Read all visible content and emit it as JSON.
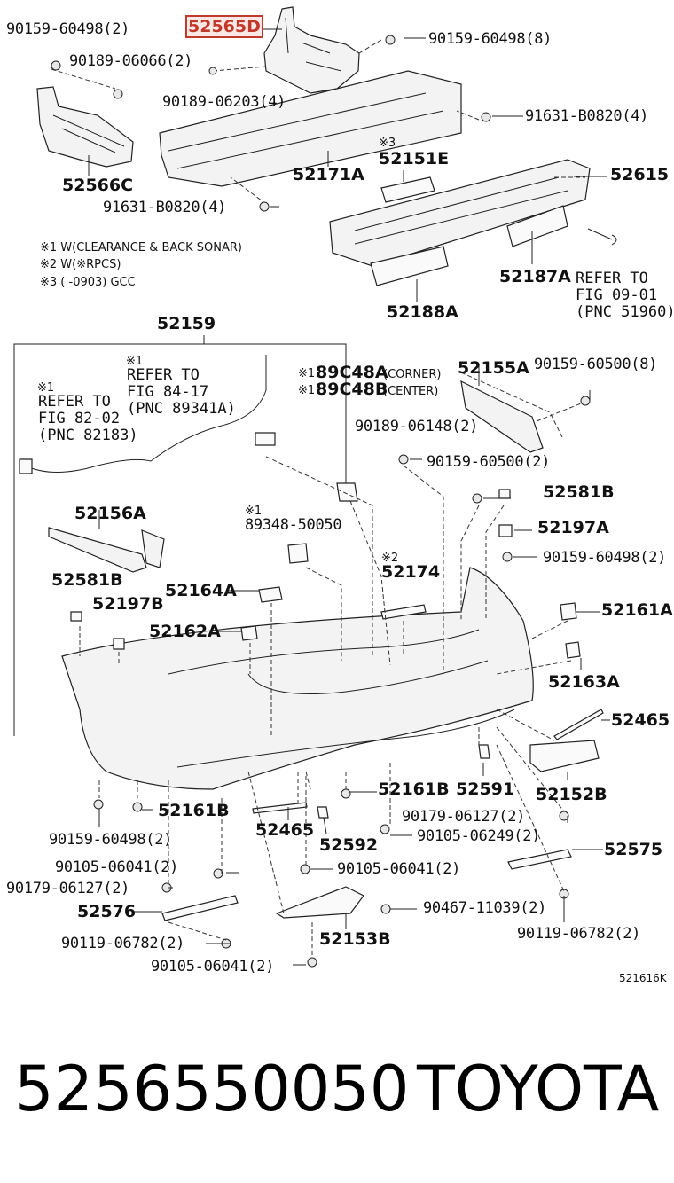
{
  "labels": {
    "p52565D": "52565D",
    "p90159_60498_tl": "90159-60498(2)",
    "p90189_06066": "90189-06066(2)",
    "p90159_60498_8": "90159-60498(8)",
    "p90189_06203": "90189-06203(4)",
    "p91631_B0820_r": "91631-B0820(4)",
    "p52566C": "52566C",
    "p52171A": "52171A",
    "p52151E": "52151E",
    "p52615": "52615",
    "p91631_B0820_l": "91631-B0820(4)",
    "p52187A": "52187A",
    "p52188A": "52188A",
    "p52159": "52159",
    "p89C48A": "89C48A",
    "p89C48B": "89C48B",
    "p52155A": "52155A",
    "p90159_60500_8": "90159-60500(8)",
    "p90189_06148": "90189-06148(2)",
    "p90159_60500_2": "90159-60500(2)",
    "p52581B_r": "52581B",
    "p52197A": "52197A",
    "p90159_60498_2r": "90159-60498(2)",
    "p52156A": "52156A",
    "p89348_50050": "89348-50050",
    "p52174": "52174",
    "p52581B_l": "52581B",
    "p52197B": "52197B",
    "p52164A": "52164A",
    "p52161A": "52161A",
    "p52162A": "52162A",
    "p52163A": "52163A",
    "p52465_r": "52465",
    "p52161B_m": "52161B",
    "p52591": "52591",
    "p52152B": "52152B",
    "p52161B_l": "52161B",
    "p90179_06127_r": "90179-06127(2)",
    "p52465_l": "52465",
    "p52592": "52592",
    "p90105_06249": "90105-06249(2)",
    "p52575": "52575",
    "p90159_60498_2l": "90159-60498(2)",
    "p90105_06041_a": "90105-06041(2)",
    "p90105_06041_b": "90105-06041(2)",
    "p90179_06127_l": "90179-06127(2)",
    "p52576": "52576",
    "p90467_11039": "90467-11039(2)",
    "p90119_06782_l": "90119-06782(2)",
    "p52153B": "52153B",
    "p90119_06782_r": "90119-06782(2)",
    "p90105_06041_c": "90105-06041(2)"
  },
  "mark1": "※1",
  "mark1b": "※1",
  "mark1c": "※1",
  "mark1d": "※1",
  "mark1e": "※1",
  "mark3": "※3",
  "mark2": "※2",
  "corner": "(CORNER)",
  "center": "(CENTER)",
  "refs": {
    "fig0901": "REFER TO\nFIG 09-01\n(PNC 51960)",
    "fig8417": "REFER TO\nFIG 84-17\n(PNC 89341A)",
    "fig8202": "REFER TO\nFIG 82-02\n(PNC 82183)"
  },
  "notes": {
    "n1": "※1 W(CLEARANCE & BACK SONAR)",
    "n2": "※2 W(※RPCS)",
    "n3": "※3 (        -0903) GCC"
  },
  "figure_id": "521616K",
  "footer": {
    "part_number": "5256550050",
    "brand": "TOYOTA"
  }
}
